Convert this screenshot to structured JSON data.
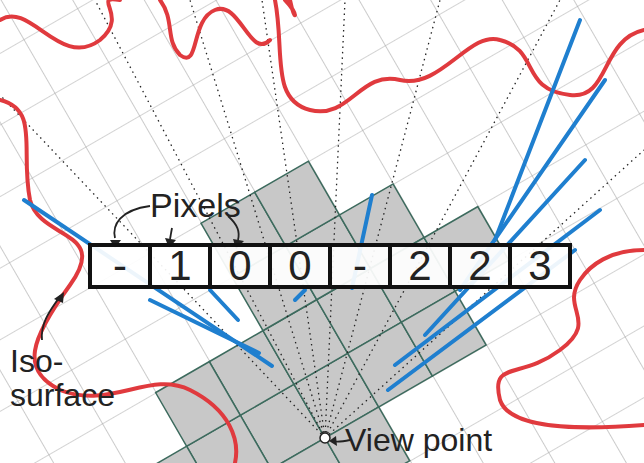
{
  "diagram": {
    "nodes": [
      {
        "text": [
          "-"
        ]
      },
      {
        "text": [
          "1"
        ]
      },
      {
        "text": [
          "0"
        ]
      },
      {
        "text": [
          "0"
        ]
      },
      {
        "text": [
          "-"
        ]
      },
      {
        "text": [
          "2"
        ]
      },
      {
        "text": [
          "2"
        ]
      },
      {
        "text": [
          "3"
        ]
      }
    ],
    "labels": [
      "Pixels",
      "Iso- surface",
      "View point"
    ]
  }
}
